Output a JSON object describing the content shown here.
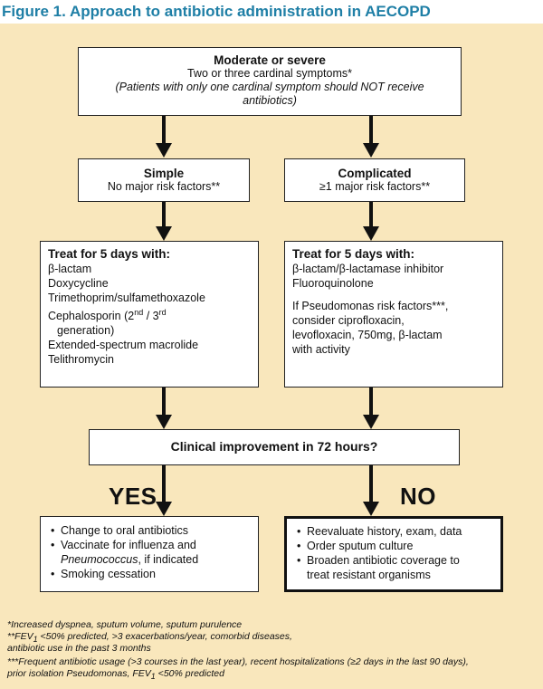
{
  "title": {
    "figure": "Figure 1.",
    "text": "Approach to antibiotic administration in AECOPD"
  },
  "top_box": {
    "line1": "Moderate or severe",
    "line2": "Two or three cardinal symptoms*",
    "line3": "(Patients with only one cardinal symptom should NOT receive",
    "line4": "antibiotics)"
  },
  "simple_box": {
    "line1": "Simple",
    "line2": "No major risk factors**"
  },
  "complicated_box": {
    "line1": "Complicated",
    "line2": "≥1 major risk factors**"
  },
  "treat_simple": {
    "heading": "Treat for 5 days with:",
    "items": [
      "β-lactam",
      "Doxycycline",
      "Trimethoprim/sulfamethoxazole"
    ],
    "ceph_pre": "Cephalosporin (2",
    "ceph_sup1": "nd",
    "ceph_mid": " / 3",
    "ceph_sup2": "rd",
    "ceph_cont": "generation)",
    "items2": [
      "Extended-spectrum macrolide",
      "Telithromycin"
    ]
  },
  "treat_complicated": {
    "heading": "Treat for 5 days with:",
    "items": [
      "β-lactam/β-lactamase inhibitor",
      "Fluoroquinolone"
    ],
    "note_lines": [
      "If Pseudomonas risk factors***,",
      "consider ciprofloxacin,",
      "levofloxacin, 750mg, β-lactam",
      "with activity"
    ]
  },
  "improvement_box": {
    "text": "Clinical improvement in 72 hours?"
  },
  "yes_label": "YES",
  "no_label": "NO",
  "yes_box": {
    "item1": "Change to oral antibiotics",
    "item2a": "Vaccinate for influenza and",
    "item2b": "Pneumococcus",
    "item2c": ", if indicated",
    "item3": "Smoking cessation"
  },
  "no_box": {
    "item1": "Reevaluate history, exam, data",
    "item2": "Order sputum culture",
    "item3a": "Broaden antibiotic coverage to",
    "item3b": "treat resistant organisms"
  },
  "footnotes": {
    "f1": "*Increased dyspnea, sputum volume, sputum purulence",
    "f2a": "**FEV",
    "f2sub": "1",
    "f2b": " <50% predicted, >3 exacerbations/year, comorbid diseases,",
    "f2c": "antibiotic use in the past 3 months",
    "f3a": "***Frequent antibiotic usage (>3 courses in the last year), recent hospitalizations (≥2 days in the last 90 days),",
    "f3b": "prior isolation Pseudomonas, FEV",
    "f3sub": "1",
    "f3c": " <50% predicted"
  }
}
